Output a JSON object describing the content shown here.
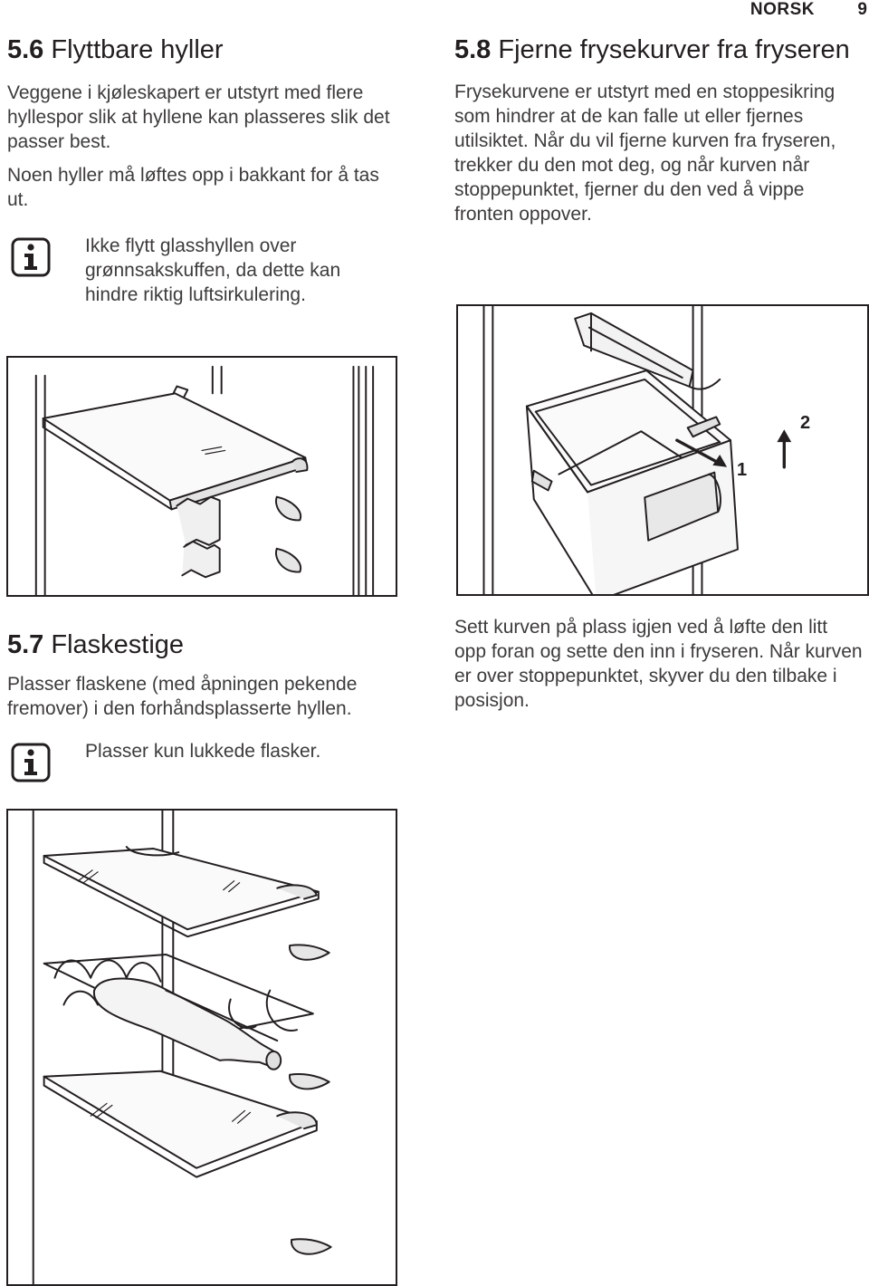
{
  "header": {
    "language": "NORSK",
    "page_number": "9"
  },
  "section_5_6": {
    "number": "5.6",
    "title": "Flyttbare hyller",
    "paragraphs": [
      "Veggene i kjøleskapert er utstyrt med flere hyllespor slik at hyllene kan plasseres slik det passer best.",
      "Noen hyller må løftes opp i bakkant for å tas ut."
    ],
    "note": "Ikke flytt glasshyllen over grønnsakskuffen, da dette kan hindre riktig luftsirkulering.",
    "note_icon": "info-icon"
  },
  "section_5_7": {
    "number": "5.7",
    "title": "Flaskestige",
    "paragraph": "Plasser flaskene (med åpningen pekende fremover) i den forhåndsplasserte hyllen.",
    "note": "Plasser kun lukkede flasker.",
    "note_icon": "info-icon"
  },
  "section_5_8": {
    "number": "5.8",
    "title": "Fjerne frysekurver fra fryseren",
    "paragraph": "Frysekurvene er utstyrt med en stoppesikring som hindrer at de kan falle ut eller fjernes utilsiktet. Når du vil fjerne kurven fra fryseren, trekker du den mot deg, og når kurven når stoppepunktet, fjerner du den ved å vippe fronten oppover.",
    "paragraph_2": "Sett kurven på plass igjen ved å løfte den litt opp foran og sette den inn i fryseren. Når kurven er over stoppepunktet, skyver du den tilbake i posisjon.",
    "figure_labels": {
      "arrow_1": "1",
      "arrow_2": "2"
    }
  }
}
